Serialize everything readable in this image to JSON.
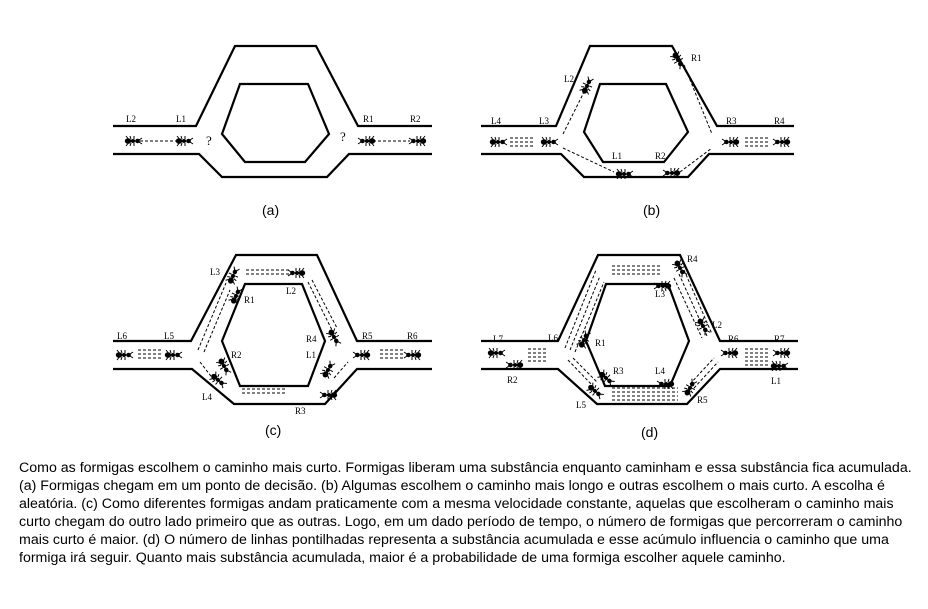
{
  "panels": [
    {
      "label": "(a)",
      "markers": [
        "L2",
        "L1",
        "R1",
        "R2"
      ],
      "question": "?"
    },
    {
      "label": "(b)",
      "markers": [
        "L4",
        "L3",
        "L2",
        "L1",
        "R2",
        "R1",
        "R3",
        "R4"
      ]
    },
    {
      "label": "(c)",
      "markers": [
        "L6",
        "L5",
        "L3",
        "R1",
        "L2",
        "R2",
        "R4",
        "L1",
        "R5",
        "R6",
        "L4",
        "R3"
      ]
    },
    {
      "label": "(d)",
      "markers": [
        "L7",
        "R2",
        "L6",
        "R1",
        "R4",
        "L3",
        "L2",
        "R3",
        "L4",
        "L5",
        "R5",
        "R6",
        "R7",
        "L1"
      ]
    }
  ],
  "caption": "Como as formigas escolhem o caminho mais curto. Formigas liberam uma substância enquanto caminham e essa substância fica acumulada. (a) Formigas chegam em um ponto de decisão. (b) Algumas escolhem o caminho mais longo e outras escolhem o mais curto. A escolha é aleatória. (c) Como diferentes formigas andam praticamente com a mesma velocidade constante, aquelas que escolheram o caminho mais curto chegam do outro lado primeiro que as outras. Logo, em um dado período de tempo, o número de formigas que percorreram o caminho mais curto é maior. (d) O número de linhas pontilhadas representa a substância acumulada e esse acúmulo influencia o caminho que uma formiga irá seguir. Quanto mais substância acumulada, maior é a probabilidade de uma formiga escolher aquele caminho."
}
